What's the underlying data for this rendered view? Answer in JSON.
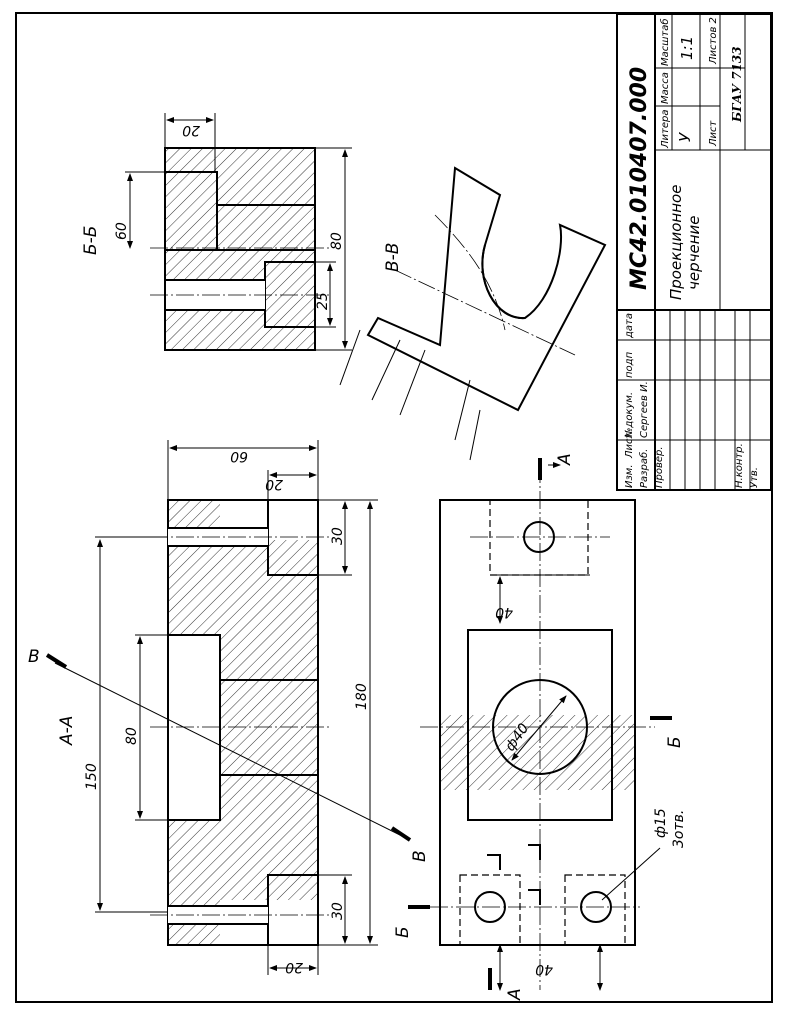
{
  "drawing": {
    "document_number": "МС42.010407.000",
    "title_line1": "Проекционное",
    "title_line2": "черчение",
    "organization": "БГАУ 7133",
    "scale": "1:1",
    "sheets_total_label": "Листов 2",
    "sheet_label": "Лист",
    "letter_value": "У",
    "header_letter": "Литера",
    "header_mass": "Масса",
    "header_scale": "Масштаб",
    "col_change": "Изм.",
    "col_sheet": "Лист",
    "col_doc": "№докум.",
    "col_sign": "подп",
    "col_date": "дата",
    "row_developed": "Разраб.",
    "row_developer_name": "Сергеев И.",
    "row_checked": "Провер.",
    "row_ncontrol": "Н.контр.",
    "row_approved": "Утв."
  },
  "sections": {
    "aa": "А-А",
    "bb": "Б-Б",
    "vv": "В-В",
    "cut_a": "А",
    "cut_b": "Б",
    "cut_v": "В"
  },
  "dimensions": {
    "d150": "150",
    "d80": "80",
    "d180": "180",
    "d30a": "30",
    "d30b": "30",
    "d20a": "20",
    "d20b": "20",
    "d60": "60",
    "d40a": "40",
    "d40b": "40",
    "d_phi40": "ф40",
    "d_phi15": "ф15",
    "d_3holes": "3отв.",
    "bb_20": "20",
    "bb_60": "60",
    "bb_80": "80",
    "bb_25": "25"
  }
}
